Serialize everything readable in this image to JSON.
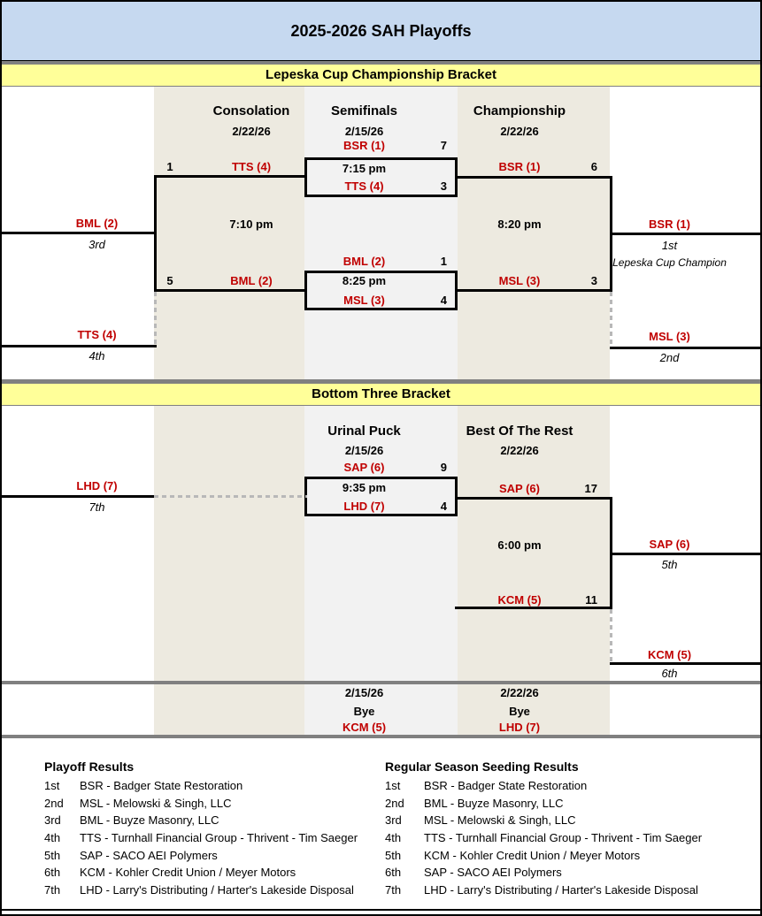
{
  "title": "2025-2026 SAH Playoffs",
  "colors": {
    "title_bg": "#C6D9F0",
    "banner_bg": "#FFFF99",
    "column_beige": "#EDEAE0",
    "column_gray": "#F2F2F2",
    "team_text": "#C00000",
    "separator": "#808080",
    "bracket_line": "#000000"
  },
  "upper_bracket": {
    "banner": "Lepeska Cup Championship Bracket",
    "consolation": {
      "title": "Consolation",
      "date": "2/22/26",
      "time": "7:10 pm",
      "top_score": "1",
      "top_team": "TTS (4)",
      "bottom_score": "5",
      "bottom_team": "BML (2)"
    },
    "semifinals": {
      "title": "Semifinals",
      "date": "2/15/26",
      "game1": {
        "team1": "BSR (1)",
        "score1": "7",
        "time": "7:15 pm",
        "team2": "TTS (4)",
        "score2": "3"
      },
      "game2": {
        "team1": "BML (2)",
        "score1": "1",
        "time": "8:25 pm",
        "team2": "MSL (3)",
        "score2": "4"
      }
    },
    "championship": {
      "title": "Championship",
      "date": "2/22/26",
      "time": "8:20 pm",
      "team1": "BSR (1)",
      "score1": "6",
      "team2": "MSL (3)",
      "score2": "3"
    },
    "places": {
      "first": {
        "team": "BSR (1)",
        "label": "1st",
        "subtitle": "Lepeska Cup Champion"
      },
      "second": {
        "team": "MSL (3)",
        "label": "2nd"
      },
      "third": {
        "team": "BML (2)",
        "label": "3rd"
      },
      "fourth": {
        "team": "TTS (4)",
        "label": "4th"
      }
    }
  },
  "lower_bracket": {
    "banner": "Bottom Three Bracket",
    "urinal_puck": {
      "title": "Urinal Puck",
      "date": "2/15/26",
      "game": {
        "team1": "SAP (6)",
        "score1": "9",
        "time": "9:35 pm",
        "team2": "LHD (7)",
        "score2": "4"
      }
    },
    "best_of_rest": {
      "title": "Best Of The Rest",
      "date": "2/22/26",
      "time": "6:00 pm",
      "team1": "SAP (6)",
      "score1": "17",
      "team2": "KCM (5)",
      "score2": "11"
    },
    "places": {
      "fifth": {
        "team": "SAP (6)",
        "label": "5th"
      },
      "sixth": {
        "team": "KCM (5)",
        "label": "6th"
      },
      "seventh": {
        "team": "LHD (7)",
        "label": "7th"
      }
    },
    "byes": [
      {
        "date": "2/15/26",
        "label": "Bye",
        "team": "KCM (5)"
      },
      {
        "date": "2/22/26",
        "label": "Bye",
        "team": "LHD (7)"
      }
    ]
  },
  "results": {
    "playoff": {
      "title": "Playoff Results",
      "rows": [
        {
          "place": "1st",
          "team": "BSR - Badger State Restoration"
        },
        {
          "place": "2nd",
          "team": "MSL - Melowski & Singh, LLC"
        },
        {
          "place": "3rd",
          "team": "BML - Buyze Masonry, LLC"
        },
        {
          "place": "4th",
          "team": "TTS - Turnhall Financial Group - Thrivent - Tim Saeger"
        },
        {
          "place": "5th",
          "team": "SAP - SACO AEI Polymers"
        },
        {
          "place": "6th",
          "team": "KCM - Kohler Credit Union / Meyer Motors"
        },
        {
          "place": "7th",
          "team": "LHD - Larry's Distributing / Harter's Lakeside Disposal"
        }
      ]
    },
    "seeding": {
      "title": "Regular Season Seeding Results",
      "rows": [
        {
          "place": "1st",
          "team": "BSR - Badger State Restoration"
        },
        {
          "place": "2nd",
          "team": "BML - Buyze Masonry, LLC"
        },
        {
          "place": "3rd",
          "team": "MSL - Melowski & Singh, LLC"
        },
        {
          "place": "4th",
          "team": "TTS - Turnhall Financial Group - Thrivent - Tim Saeger"
        },
        {
          "place": "5th",
          "team": "KCM - Kohler Credit Union / Meyer Motors"
        },
        {
          "place": "6th",
          "team": "SAP - SACO AEI Polymers"
        },
        {
          "place": "7th",
          "team": "LHD - Larry's Distributing / Harter's Lakeside Disposal"
        }
      ]
    }
  }
}
